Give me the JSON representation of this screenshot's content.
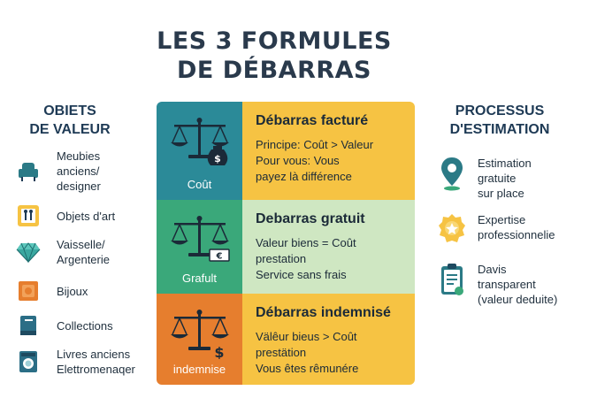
{
  "title": {
    "line1": "LES 3 FORMULES",
    "line2": "DE DÉBARRAS"
  },
  "left": {
    "heading_line1": "OBIETS",
    "heading_line2": "DE VALEUR",
    "items": [
      {
        "icon": "armchair-icon",
        "lines": [
          "Meubies",
          "anciens/",
          "designer"
        ]
      },
      {
        "icon": "art-frame-icon",
        "lines": [
          "Objets d'art"
        ]
      },
      {
        "icon": "diamond-icon",
        "lines": [
          "Vaisselle/",
          "Argenterie"
        ]
      },
      {
        "icon": "jewel-box-icon",
        "lines": [
          "Bijoux"
        ]
      },
      {
        "icon": "book-icon",
        "lines": [
          "Collections"
        ]
      },
      {
        "icon": "washing-machine-icon",
        "lines": [
          "Livres anciens",
          "Elettromenaqer"
        ]
      }
    ]
  },
  "formulas": [
    {
      "label": "Coût",
      "badge": "$",
      "title": "Débarras facturé",
      "lines": [
        "Principe: Coût > Valeur",
        "Pour vous: Vous",
        "payez là différence"
      ],
      "colors": {
        "icon_bg": "#2b8a98",
        "text_bg": "#f6c343"
      }
    },
    {
      "label": "Grafult",
      "badge": "€",
      "title": "Debarras gratuit",
      "lines": [
        "Valeur biens = Coût",
        "prestation",
        "Service sans frais"
      ],
      "colors": {
        "icon_bg": "#3aa87a",
        "text_bg": "#cfe7c2"
      }
    },
    {
      "label": "indemnise",
      "badge": "$",
      "title": "Débarras indemnisé",
      "lines": [
        "Välêur bieus > Coût",
        "prestätion",
        "Vous êtes rêmunére"
      ],
      "colors": {
        "icon_bg": "#e67e2e",
        "text_bg": "#f6c343"
      }
    }
  ],
  "right": {
    "heading_line1": "PROCESSUS",
    "heading_line2": "D'ESTIMATION",
    "items": [
      {
        "icon": "map-pin-icon",
        "lines": [
          "Estimation",
          "gratuite",
          "sur place"
        ]
      },
      {
        "icon": "badge-star-icon",
        "lines": [
          "Expertise",
          "professionnelie"
        ]
      },
      {
        "icon": "clipboard-icon",
        "lines": [
          "Davis",
          "transparent",
          "(valeur deduite)"
        ]
      }
    ]
  },
  "colors": {
    "teal": "#2b8a98",
    "green": "#3aa87a",
    "orange": "#e67e2e",
    "yellow": "#f6c343",
    "light_green": "#cfe7c2",
    "navy": "#1e3a55"
  }
}
